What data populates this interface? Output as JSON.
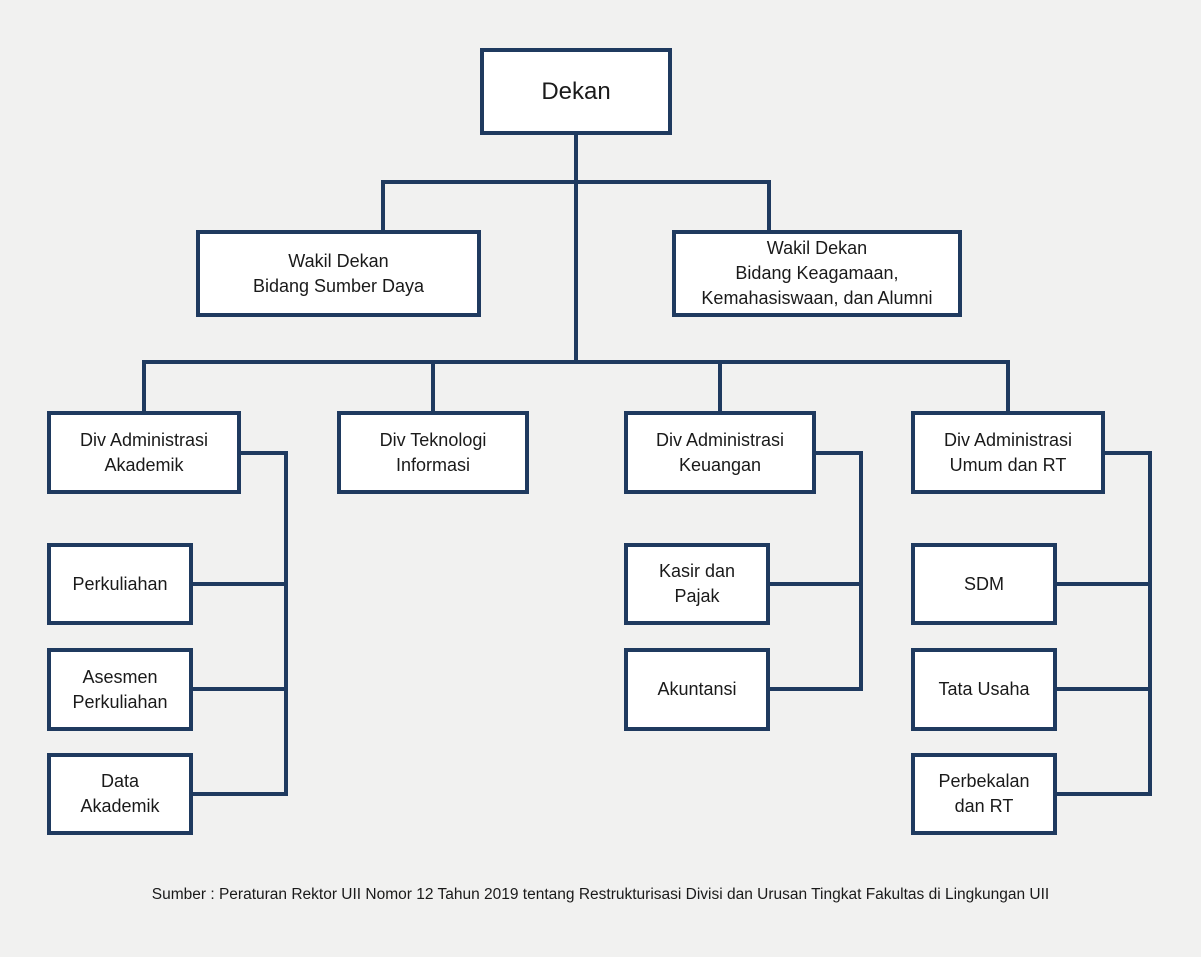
{
  "diagram": {
    "type": "org-chart",
    "caption": "Sumber : Peraturan Rektor UII Nomor 12 Tahun 2019 tentang Restrukturisasi Divisi dan Urusan Tingkat Fakultas di Lingkungan UII",
    "colors": {
      "background": "#f1f1f0",
      "box_border": "#1f3a5f",
      "box_fill": "#ffffff",
      "connector": "#1f3a5f",
      "text": "#1a1a1a"
    },
    "nodes": {
      "dekan": {
        "label": "Dekan",
        "children": [
          "wakil_sumber_daya",
          "wakil_keagamaan",
          "div_administrasi_akademik",
          "div_teknologi_informasi",
          "div_administrasi_keuangan",
          "div_administrasi_umum"
        ]
      },
      "wakil_sumber_daya": {
        "label": "Wakil Dekan\nBidang Sumber Daya",
        "children": []
      },
      "wakil_keagamaan": {
        "label": "Wakil Dekan\nBidang Keagamaan,\nKemahasiswaan, dan Alumni",
        "children": []
      },
      "div_administrasi_akademik": {
        "label": "Div Administrasi\nAkademik",
        "children": [
          "perkuliahan",
          "asesmen_perkuliahan",
          "data_akademik"
        ]
      },
      "div_teknologi_informasi": {
        "label": "Div Teknologi\nInformasi",
        "children": []
      },
      "div_administrasi_keuangan": {
        "label": "Div Administrasi\nKeuangan",
        "children": [
          "kasir_dan_pajak",
          "akuntansi"
        ]
      },
      "div_administrasi_umum": {
        "label": "Div Administrasi\nUmum dan RT",
        "children": [
          "sdm",
          "tata_usaha",
          "perbekalan_dan_rt"
        ]
      },
      "perkuliahan": {
        "label": "Perkuliahan",
        "children": []
      },
      "asesmen_perkuliahan": {
        "label": "Asesmen\nPerkuliahan",
        "children": []
      },
      "data_akademik": {
        "label": "Data\nAkademik",
        "children": []
      },
      "kasir_dan_pajak": {
        "label": "Kasir dan\nPajak",
        "children": []
      },
      "akuntansi": {
        "label": "Akuntansi",
        "children": []
      },
      "sdm": {
        "label": "SDM",
        "children": []
      },
      "tata_usaha": {
        "label": "Tata Usaha",
        "children": []
      },
      "perbekalan_dan_rt": {
        "label": "Perbekalan\ndan RT",
        "children": []
      }
    }
  }
}
